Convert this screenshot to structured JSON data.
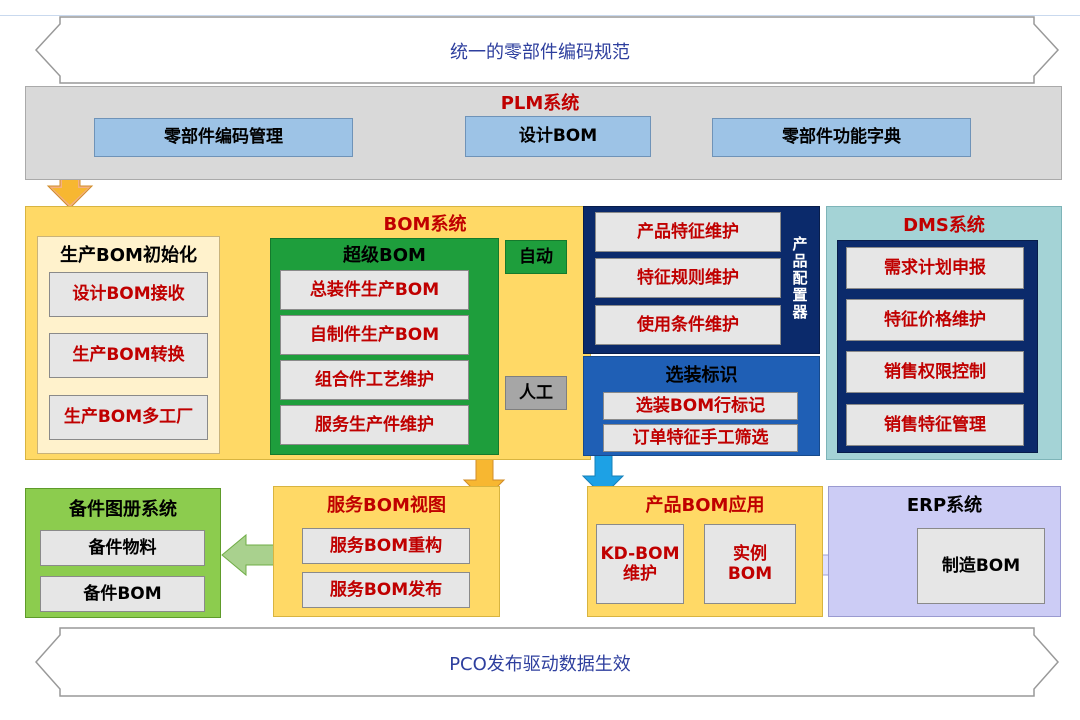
{
  "banner_top": "统一的零部件编码规范",
  "banner_bottom": "PCO发布驱动数据生效",
  "plm": {
    "title": "PLM系统",
    "items": [
      "零部件编码管理",
      "设计BOM",
      "零部件功能字典"
    ]
  },
  "bom": {
    "title": "BOM系统",
    "init": {
      "title": "生产BOM初始化",
      "items": [
        "设计BOM接收",
        "生产BOM转换",
        "生产BOM多工厂"
      ]
    },
    "super": {
      "title": "超级BOM",
      "items": [
        "总装件生产BOM",
        "自制件生产BOM",
        "组合件工艺维护",
        "服务生产件维护"
      ]
    },
    "auto": "自动",
    "manual": "人工"
  },
  "configurator": {
    "label": "产品配置器",
    "items": [
      "产品特征维护",
      "特征规则维护",
      "使用条件维护"
    ]
  },
  "option": {
    "title": "选装标识",
    "items": [
      "选装BOM行标记",
      "订单特征手工筛选"
    ]
  },
  "dms": {
    "title": "DMS系统",
    "items": [
      "需求计划申报",
      "特征价格维护",
      "销售权限控制",
      "销售特征管理"
    ]
  },
  "spare": {
    "title": "备件图册系统",
    "items": [
      "备件物料",
      "备件BOM"
    ]
  },
  "service_view": {
    "title": "服务BOM视图",
    "items": [
      "服务BOM重构",
      "服务BOM发布"
    ]
  },
  "product_app": {
    "title": "产品BOM应用",
    "kd_line1": "KD-BOM",
    "kd_line2": "维护",
    "inst_line1": "实例",
    "inst_line2": "BOM"
  },
  "erp": {
    "title": "ERP系统",
    "item": "制造BOM"
  },
  "colors": {
    "plm_bg": "#d9d9d9",
    "bom_bg": "#ffd966",
    "super_bg": "#1e9e3c",
    "navy": "#0b2a6b",
    "blue": "#1f5fb5",
    "dms_bg": "#a4d3d6",
    "spare_bg": "#8ccc4e",
    "erp_bg": "#ccccf5",
    "light_blue": "#9dc3e6",
    "red_text": "#c00000"
  }
}
